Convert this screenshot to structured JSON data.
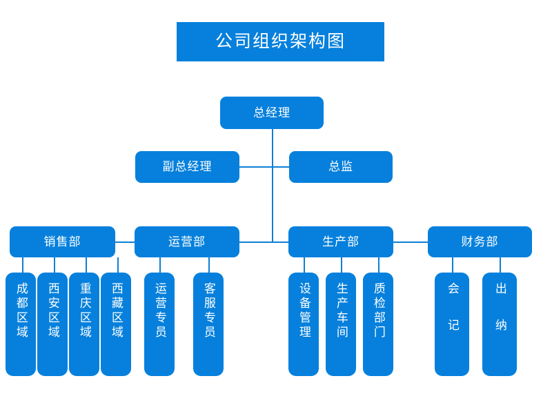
{
  "chart_data": {
    "type": "diagram",
    "title": "公司组织架构图",
    "diagram_kind": "organization-chart",
    "accent_color": "#0680dc",
    "line_color": "#0d7fd4",
    "background_color": "#ffffff",
    "text_color": "#ffffff",
    "levels": [
      {
        "level": 1,
        "nodes": [
          "总经理"
        ]
      },
      {
        "level": 2,
        "nodes": [
          "副总经理",
          "总监"
        ]
      },
      {
        "level": 3,
        "nodes": [
          "销售部",
          "运营部",
          "生产部",
          "财务部"
        ]
      },
      {
        "level": 4,
        "nodes": [
          "成都区域",
          "西安区域",
          "重庆区域",
          "西藏区域",
          "运营专员",
          "客服专员",
          "设备管理",
          "生产车间",
          "质检部门",
          "会记",
          "出纳"
        ]
      }
    ],
    "edges": [
      {
        "from": "总经理",
        "to": "副总经理"
      },
      {
        "from": "总经理",
        "to": "总监"
      },
      {
        "from": "总经理",
        "to": "销售部"
      },
      {
        "from": "总经理",
        "to": "运营部"
      },
      {
        "from": "总经理",
        "to": "生产部"
      },
      {
        "from": "总经理",
        "to": "财务部"
      },
      {
        "from": "销售部",
        "to": "成都区域"
      },
      {
        "from": "销售部",
        "to": "西安区域"
      },
      {
        "from": "销售部",
        "to": "重庆区域"
      },
      {
        "from": "销售部",
        "to": "西藏区域"
      },
      {
        "from": "运营部",
        "to": "运营专员"
      },
      {
        "from": "运营部",
        "to": "客服专员"
      },
      {
        "from": "生产部",
        "to": "设备管理"
      },
      {
        "from": "生产部",
        "to": "生产车间"
      },
      {
        "from": "生产部",
        "to": "质检部门"
      },
      {
        "from": "财务部",
        "to": "会记"
      },
      {
        "from": "财务部",
        "to": "出纳"
      }
    ]
  },
  "title": {
    "text": "公司组织架构图"
  },
  "level1": {
    "general_manager": "总经理"
  },
  "level2": {
    "deputy_general_manager": "副总经理",
    "director": "总监"
  },
  "departments": {
    "sales": "销售部",
    "operations": "运营部",
    "production": "生产部",
    "finance": "财务部"
  },
  "sales_units": {
    "chengdu": "成都区域",
    "xian": "西安区域",
    "chongqing": "重庆区域",
    "tibet": "西藏区域"
  },
  "operations_units": {
    "operations_specialist": "运营专员",
    "customer_service_specialist": "客服专员"
  },
  "production_units": {
    "equipment_management": "设备管理",
    "production_workshop": "生产车间",
    "quality_inspection": "质检部门"
  },
  "finance_units": {
    "accounting": "会记",
    "cashier": "出纳"
  }
}
